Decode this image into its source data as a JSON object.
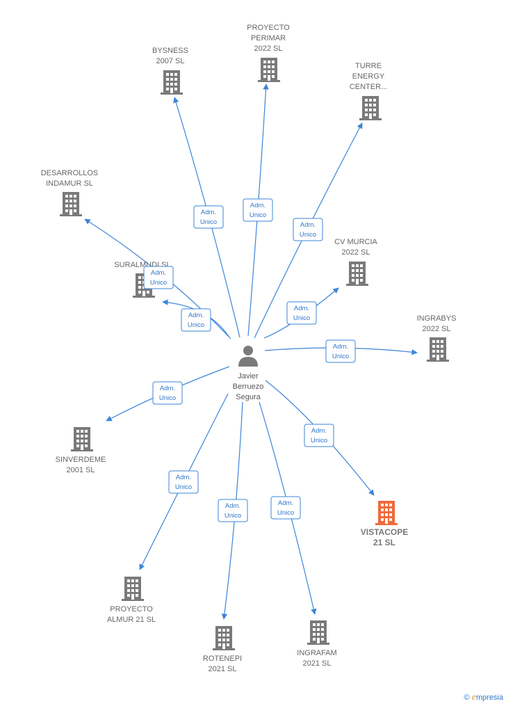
{
  "colors": {
    "edge": "#3b84d9",
    "building": "#7a7a7a",
    "highlight": "#f06a3b",
    "label": "#666666"
  },
  "person": {
    "name_lines": [
      "Javier",
      "Berruezo",
      "Segura"
    ],
    "icon": "person-icon"
  },
  "edge_label_lines": [
    "Adm.",
    "Unico"
  ],
  "companies": [
    {
      "id": "bysness",
      "lines": [
        "BYSNESS",
        "2007  SL"
      ],
      "highlight": false
    },
    {
      "id": "perimar",
      "lines": [
        "PROYECTO",
        "PERIMAR",
        "2022  SL"
      ],
      "highlight": false
    },
    {
      "id": "turre",
      "lines": [
        "TURRE",
        "ENERGY",
        "CENTER..."
      ],
      "highlight": false
    },
    {
      "id": "desarrollos",
      "lines": [
        "DESARROLLOS",
        "INDAMUR  SL"
      ],
      "highlight": false
    },
    {
      "id": "suralmudi",
      "lines": [
        "SURALMUDI SL"
      ],
      "highlight": false
    },
    {
      "id": "cvmurcia",
      "lines": [
        "CV MURCIA",
        "2022  SL"
      ],
      "highlight": false
    },
    {
      "id": "ingrabys",
      "lines": [
        "INGRABYS",
        "2022  SL"
      ],
      "highlight": false
    },
    {
      "id": "sinverdeme",
      "lines": [
        "SINVERDEME",
        "2001  SL"
      ],
      "highlight": false
    },
    {
      "id": "vistacope",
      "lines": [
        "VISTACOPE",
        "21  SL"
      ],
      "highlight": true
    },
    {
      "id": "almur",
      "lines": [
        "PROYECTO",
        "ALMUR 21  SL"
      ],
      "highlight": false
    },
    {
      "id": "rotenepi",
      "lines": [
        "ROTENEPI",
        "2021  SL"
      ],
      "highlight": false
    },
    {
      "id": "ingrafam",
      "lines": [
        "INGRAFAM",
        "2021  SL"
      ],
      "highlight": false
    }
  ],
  "brand": {
    "copyright": "©",
    "e": "e",
    "rest": "mpresia"
  }
}
